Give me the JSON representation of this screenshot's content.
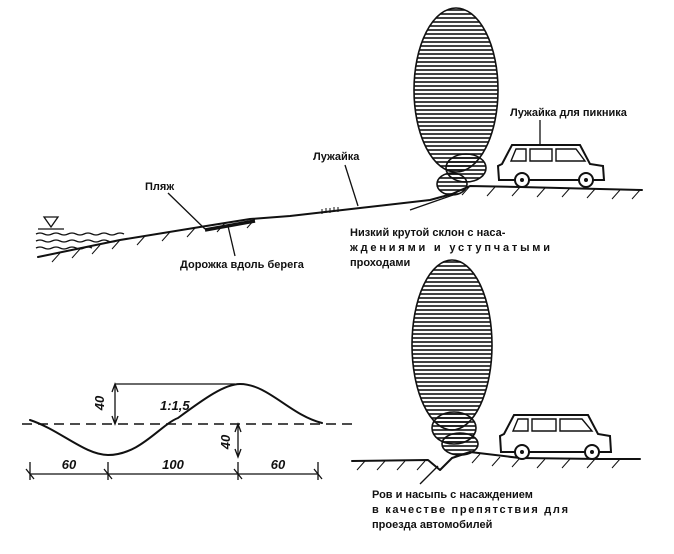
{
  "labels": {
    "beach": "Пляж",
    "lawn": "Лужайка",
    "picnic_lawn": "Лужайка для пикника",
    "shore_path": "Дорожка вдоль берега",
    "slope_line1": "Низкий крутой склон с наса-",
    "slope_line2": "ждениями и уступчатыми",
    "slope_line3": "проходами",
    "ditch_line1": "Ров и насыпь с насаждением",
    "ditch_line2": "в качестве препятствия для",
    "ditch_line3": "проезда автомобилей"
  },
  "profile": {
    "slope": "1:1,5",
    "height_top": "40",
    "depth_bottom": "40",
    "width_left": "60",
    "width_mid": "100",
    "width_right": "60"
  }
}
